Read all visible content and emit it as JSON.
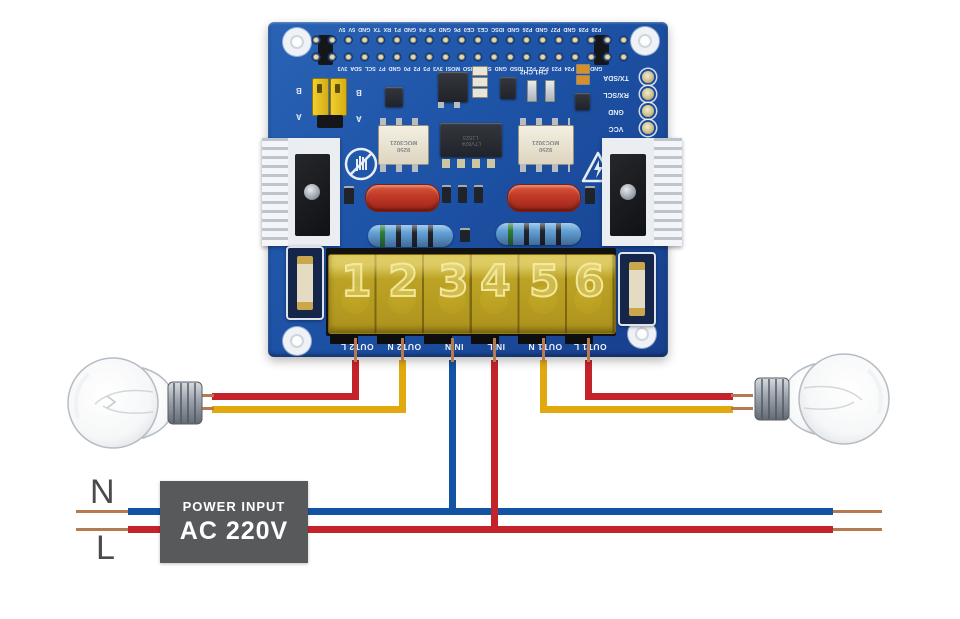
{
  "board": {
    "gpio_row_top": "P29 P28 GND P27 GND P26 GND IDSC CE1 CE0 P6 GND P5 P4 GND P1 RX TX GND 5V 5V",
    "gpio_row_bottom": "GND P25 P24 P23 P22 P21 IDSD GND SCK MISO MOSI 3V3 P3 P2 P0 GND P7 SCL SDA 3V3",
    "jumper_label_b": "B",
    "jumper_label_a": "A",
    "ch_label": "CH1 CH2",
    "ic_main": {
      "line1": "L1523",
      "line2": "LTV824"
    },
    "opto_left": {
      "line1": "MOC3021",
      "line2": "9250"
    },
    "opto_right": {
      "line1": "MOC3021",
      "line2": "9250"
    },
    "pin_labels": [
      "TX/SDA",
      "RX/SCL",
      "GND",
      "VCC"
    ],
    "terminals": [
      "1",
      "2",
      "3",
      "4",
      "5",
      "6"
    ],
    "terminal_labels": [
      "OUT2 L",
      "OUT2 N",
      "IN N",
      "IN L",
      "OUT1 N",
      "OUT1 L"
    ]
  },
  "power": {
    "line1": "POWER INPUT",
    "line2": "AC 220V"
  },
  "mains": {
    "neutral_label": "N",
    "live_label": "L"
  },
  "colors": {
    "wire_red": "#c5232b",
    "wire_yellow": "#e2a90f",
    "wire_blue": "#1253a4",
    "copper": "#b57a50",
    "pcb_blue": "#1d52a5",
    "power_box": "#58595b"
  }
}
